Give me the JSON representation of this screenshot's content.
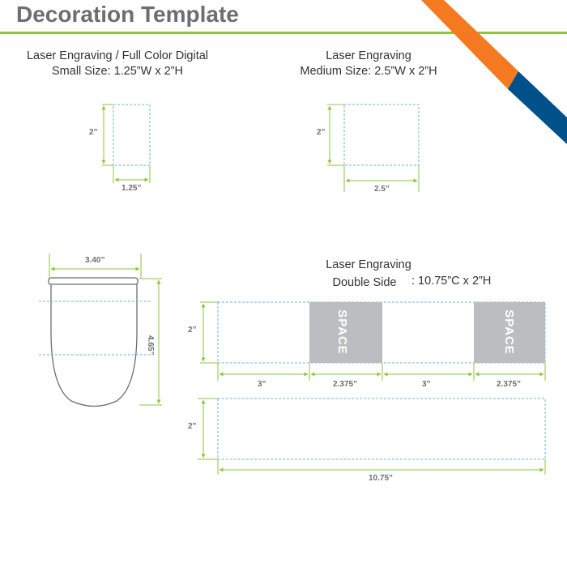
{
  "header": {
    "title": "Decoration Template"
  },
  "colors": {
    "accent_green": "#8dc63f",
    "stripe_orange": "#f47920",
    "stripe_blue": "#00508a",
    "guide_blue": "#6db6e0",
    "space_fill": "#bcbdc0"
  },
  "small": {
    "line1": "Laser Engraving / Full Color Digital",
    "line2": "Small Size: 1.25”W x 2”H",
    "height_label": "2”",
    "width_label": "1.25”"
  },
  "medium": {
    "line1": "Laser Engraving",
    "line2": "Medium Size: 2.5”W x 2”H",
    "height_label": "2”",
    "width_label": "2.5”"
  },
  "cup": {
    "width_label": "3.40”",
    "height_label": "4.65”"
  },
  "double": {
    "line1": "Laser Engraving",
    "line2a": "Double Side",
    "line2b": ": 10.75”C x 2”H",
    "height_label_top": "2”",
    "height_label_bottom": "2”",
    "space_label": "SPACE",
    "segments": [
      "3”",
      "2.375”",
      "3”",
      "2.375”"
    ],
    "total_label": "10.75”"
  }
}
